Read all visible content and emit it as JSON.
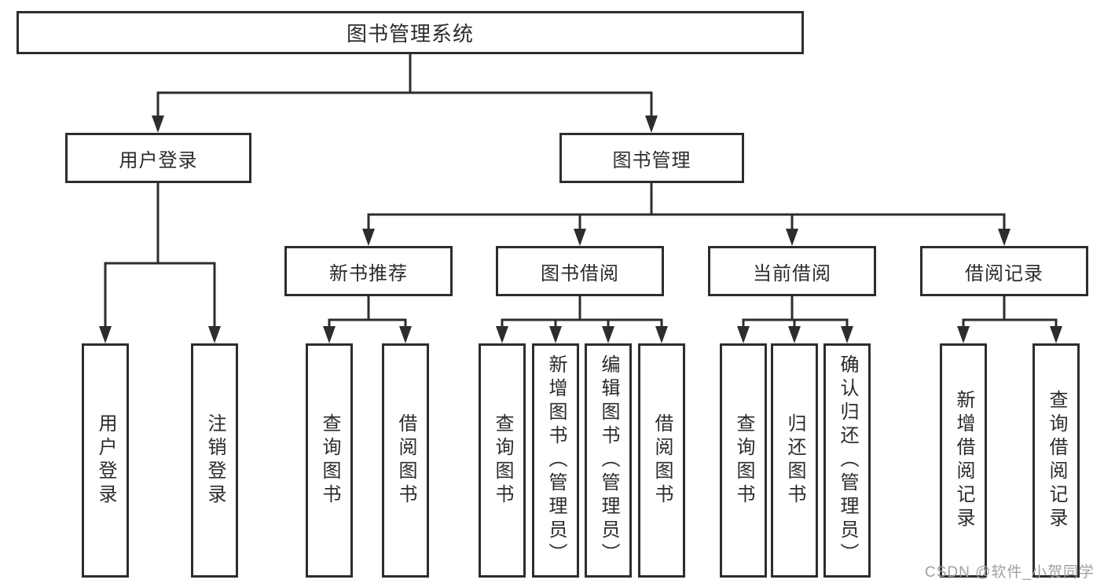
{
  "diagram_type": "hierarchy-chart",
  "colors": {
    "line": "#2d2d2d",
    "box_border": "#2d2d2d",
    "box_fill": "#ffffff",
    "text": "#2b2b2b",
    "watermark": "#a0a0a0"
  },
  "tree": {
    "root": {
      "label": "图书管理系统"
    },
    "children": [
      {
        "label": "用户登录",
        "children": [
          {
            "label": "用户登录"
          },
          {
            "label": "注销登录"
          }
        ]
      },
      {
        "label": "图书管理",
        "children": [
          {
            "label": "新书推荐",
            "children": [
              {
                "label": "查询图书"
              },
              {
                "label": "借阅图书"
              }
            ]
          },
          {
            "label": "图书借阅",
            "children": [
              {
                "label": "查询图书"
              },
              {
                "label": "新增图书（管理员）"
              },
              {
                "label": "编辑图书（管理员）"
              },
              {
                "label": "借阅图书"
              }
            ]
          },
          {
            "label": "当前借阅",
            "children": [
              {
                "label": "查询图书"
              },
              {
                "label": "归还图书"
              },
              {
                "label": "确认归还（管理员）"
              }
            ]
          },
          {
            "label": "借阅记录",
            "children": [
              {
                "label": "新增借阅记录"
              },
              {
                "label": "查询借阅记录"
              }
            ]
          }
        ]
      }
    ]
  },
  "watermark": {
    "text": "CSDN @软件_小贺同学"
  }
}
